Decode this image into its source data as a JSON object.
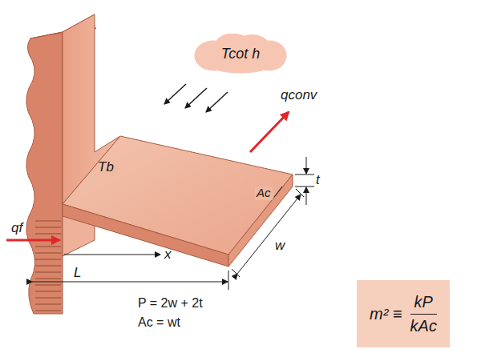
{
  "diagram": {
    "nodes": [
      {
        "text": [
          "Tcot h"
        ]
      },
      {
        "text": [
          "m² ≡",
          "kP",
          "kAc"
        ]
      }
    ],
    "labels": [
      "Tb",
      "qf",
      "x",
      "L",
      "w",
      "t",
      "Ac",
      "qconv",
      "P = 2w + 2t",
      "Ac = wt"
    ]
  }
}
